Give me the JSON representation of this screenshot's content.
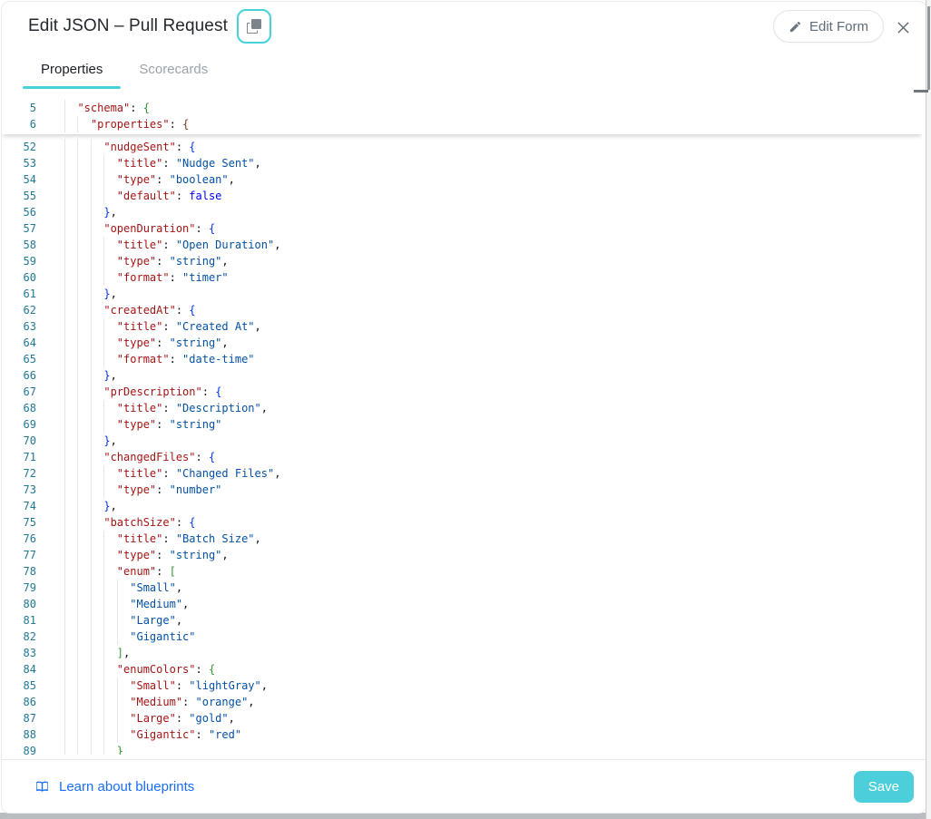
{
  "colors": {
    "accent": "#47D1DC",
    "save_button": "#4CCFDB",
    "link": "#1A6EF5",
    "title_text": "#24292E",
    "tab_active": "#1B2026",
    "tab_inactive": "#9AA3AD",
    "button_text": "#5F6B76",
    "line_number": "#237893",
    "key": "#A31515",
    "str": "#0451A5",
    "kw": "#0000FF",
    "punct": "#111111",
    "g": "#319331",
    "r": "#7B3814",
    "u": "#0431FA",
    "backdrop": "#B9BDC1"
  },
  "header": {
    "title": "Edit JSON – Pull Request",
    "edit_form_label": "Edit Form"
  },
  "icons": {
    "title_action": "copy-icon",
    "edit_form": "pencil-icon",
    "close": "close-icon",
    "footer_link": "book-icon"
  },
  "tabs": [
    {
      "label": "Properties",
      "active": true
    },
    {
      "label": "Scorecards",
      "active": false
    }
  ],
  "editor": {
    "language": "json",
    "sticky_lines": [
      {
        "n": 5,
        "i": 2,
        "t": [
          [
            "k",
            "\"schema\""
          ],
          [
            "p",
            ": "
          ],
          [
            "g",
            "{"
          ]
        ]
      },
      {
        "n": 6,
        "i": 4,
        "t": [
          [
            "k",
            "\"properties\""
          ],
          [
            "p",
            ": "
          ],
          [
            "r",
            "{"
          ]
        ]
      }
    ],
    "lines": [
      {
        "n": 52,
        "i": 6,
        "t": [
          [
            "k",
            "\"nudgeSent\""
          ],
          [
            "p",
            ": "
          ],
          [
            "u",
            "{"
          ]
        ]
      },
      {
        "n": 53,
        "i": 8,
        "t": [
          [
            "k",
            "\"title\""
          ],
          [
            "p",
            ": "
          ],
          [
            "s",
            "\"Nudge Sent\""
          ],
          [
            "p",
            ","
          ]
        ]
      },
      {
        "n": 54,
        "i": 8,
        "t": [
          [
            "k",
            "\"type\""
          ],
          [
            "p",
            ": "
          ],
          [
            "s",
            "\"boolean\""
          ],
          [
            "p",
            ","
          ]
        ]
      },
      {
        "n": 55,
        "i": 8,
        "t": [
          [
            "k",
            "\"default\""
          ],
          [
            "p",
            ": "
          ],
          [
            "w",
            "false"
          ]
        ]
      },
      {
        "n": 56,
        "i": 6,
        "t": [
          [
            "u",
            "}"
          ],
          [
            "p",
            ","
          ]
        ]
      },
      {
        "n": 57,
        "i": 6,
        "t": [
          [
            "k",
            "\"openDuration\""
          ],
          [
            "p",
            ": "
          ],
          [
            "u",
            "{"
          ]
        ]
      },
      {
        "n": 58,
        "i": 8,
        "t": [
          [
            "k",
            "\"title\""
          ],
          [
            "p",
            ": "
          ],
          [
            "s",
            "\"Open Duration\""
          ],
          [
            "p",
            ","
          ]
        ]
      },
      {
        "n": 59,
        "i": 8,
        "t": [
          [
            "k",
            "\"type\""
          ],
          [
            "p",
            ": "
          ],
          [
            "s",
            "\"string\""
          ],
          [
            "p",
            ","
          ]
        ]
      },
      {
        "n": 60,
        "i": 8,
        "t": [
          [
            "k",
            "\"format\""
          ],
          [
            "p",
            ": "
          ],
          [
            "s",
            "\"timer\""
          ]
        ]
      },
      {
        "n": 61,
        "i": 6,
        "t": [
          [
            "u",
            "}"
          ],
          [
            "p",
            ","
          ]
        ]
      },
      {
        "n": 62,
        "i": 6,
        "t": [
          [
            "k",
            "\"createdAt\""
          ],
          [
            "p",
            ": "
          ],
          [
            "u",
            "{"
          ]
        ]
      },
      {
        "n": 63,
        "i": 8,
        "t": [
          [
            "k",
            "\"title\""
          ],
          [
            "p",
            ": "
          ],
          [
            "s",
            "\"Created At\""
          ],
          [
            "p",
            ","
          ]
        ]
      },
      {
        "n": 64,
        "i": 8,
        "t": [
          [
            "k",
            "\"type\""
          ],
          [
            "p",
            ": "
          ],
          [
            "s",
            "\"string\""
          ],
          [
            "p",
            ","
          ]
        ]
      },
      {
        "n": 65,
        "i": 8,
        "t": [
          [
            "k",
            "\"format\""
          ],
          [
            "p",
            ": "
          ],
          [
            "s",
            "\"date-time\""
          ]
        ]
      },
      {
        "n": 66,
        "i": 6,
        "t": [
          [
            "u",
            "}"
          ],
          [
            "p",
            ","
          ]
        ]
      },
      {
        "n": 67,
        "i": 6,
        "t": [
          [
            "k",
            "\"prDescription\""
          ],
          [
            "p",
            ": "
          ],
          [
            "u",
            "{"
          ]
        ]
      },
      {
        "n": 68,
        "i": 8,
        "t": [
          [
            "k",
            "\"title\""
          ],
          [
            "p",
            ": "
          ],
          [
            "s",
            "\"Description\""
          ],
          [
            "p",
            ","
          ]
        ]
      },
      {
        "n": 69,
        "i": 8,
        "t": [
          [
            "k",
            "\"type\""
          ],
          [
            "p",
            ": "
          ],
          [
            "s",
            "\"string\""
          ]
        ]
      },
      {
        "n": 70,
        "i": 6,
        "t": [
          [
            "u",
            "}"
          ],
          [
            "p",
            ","
          ]
        ]
      },
      {
        "n": 71,
        "i": 6,
        "t": [
          [
            "k",
            "\"changedFiles\""
          ],
          [
            "p",
            ": "
          ],
          [
            "u",
            "{"
          ]
        ]
      },
      {
        "n": 72,
        "i": 8,
        "t": [
          [
            "k",
            "\"title\""
          ],
          [
            "p",
            ": "
          ],
          [
            "s",
            "\"Changed Files\""
          ],
          [
            "p",
            ","
          ]
        ]
      },
      {
        "n": 73,
        "i": 8,
        "t": [
          [
            "k",
            "\"type\""
          ],
          [
            "p",
            ": "
          ],
          [
            "s",
            "\"number\""
          ]
        ]
      },
      {
        "n": 74,
        "i": 6,
        "t": [
          [
            "u",
            "}"
          ],
          [
            "p",
            ","
          ]
        ]
      },
      {
        "n": 75,
        "i": 6,
        "t": [
          [
            "k",
            "\"batchSize\""
          ],
          [
            "p",
            ": "
          ],
          [
            "u",
            "{"
          ]
        ]
      },
      {
        "n": 76,
        "i": 8,
        "t": [
          [
            "k",
            "\"title\""
          ],
          [
            "p",
            ": "
          ],
          [
            "s",
            "\"Batch Size\""
          ],
          [
            "p",
            ","
          ]
        ]
      },
      {
        "n": 77,
        "i": 8,
        "t": [
          [
            "k",
            "\"type\""
          ],
          [
            "p",
            ": "
          ],
          [
            "s",
            "\"string\""
          ],
          [
            "p",
            ","
          ]
        ]
      },
      {
        "n": 78,
        "i": 8,
        "t": [
          [
            "k",
            "\"enum\""
          ],
          [
            "p",
            ": "
          ],
          [
            "g",
            "["
          ]
        ]
      },
      {
        "n": 79,
        "i": 10,
        "t": [
          [
            "s",
            "\"Small\""
          ],
          [
            "p",
            ","
          ]
        ]
      },
      {
        "n": 80,
        "i": 10,
        "t": [
          [
            "s",
            "\"Medium\""
          ],
          [
            "p",
            ","
          ]
        ]
      },
      {
        "n": 81,
        "i": 10,
        "t": [
          [
            "s",
            "\"Large\""
          ],
          [
            "p",
            ","
          ]
        ]
      },
      {
        "n": 82,
        "i": 10,
        "t": [
          [
            "s",
            "\"Gigantic\""
          ]
        ]
      },
      {
        "n": 83,
        "i": 8,
        "t": [
          [
            "g",
            "]"
          ],
          [
            "p",
            ","
          ]
        ]
      },
      {
        "n": 84,
        "i": 8,
        "t": [
          [
            "k",
            "\"enumColors\""
          ],
          [
            "p",
            ": "
          ],
          [
            "g",
            "{"
          ]
        ]
      },
      {
        "n": 85,
        "i": 10,
        "t": [
          [
            "k",
            "\"Small\""
          ],
          [
            "p",
            ": "
          ],
          [
            "s",
            "\"lightGray\""
          ],
          [
            "p",
            ","
          ]
        ]
      },
      {
        "n": 86,
        "i": 10,
        "t": [
          [
            "k",
            "\"Medium\""
          ],
          [
            "p",
            ": "
          ],
          [
            "s",
            "\"orange\""
          ],
          [
            "p",
            ","
          ]
        ]
      },
      {
        "n": 87,
        "i": 10,
        "t": [
          [
            "k",
            "\"Large\""
          ],
          [
            "p",
            ": "
          ],
          [
            "s",
            "\"gold\""
          ],
          [
            "p",
            ","
          ]
        ]
      },
      {
        "n": 88,
        "i": 10,
        "t": [
          [
            "k",
            "\"Gigantic\""
          ],
          [
            "p",
            ": "
          ],
          [
            "s",
            "\"red\""
          ]
        ]
      },
      {
        "n": 89,
        "i": 8,
        "t": [
          [
            "g",
            "}"
          ]
        ]
      }
    ]
  },
  "footer": {
    "link_label": "Learn about blueprints",
    "save_label": "Save"
  }
}
